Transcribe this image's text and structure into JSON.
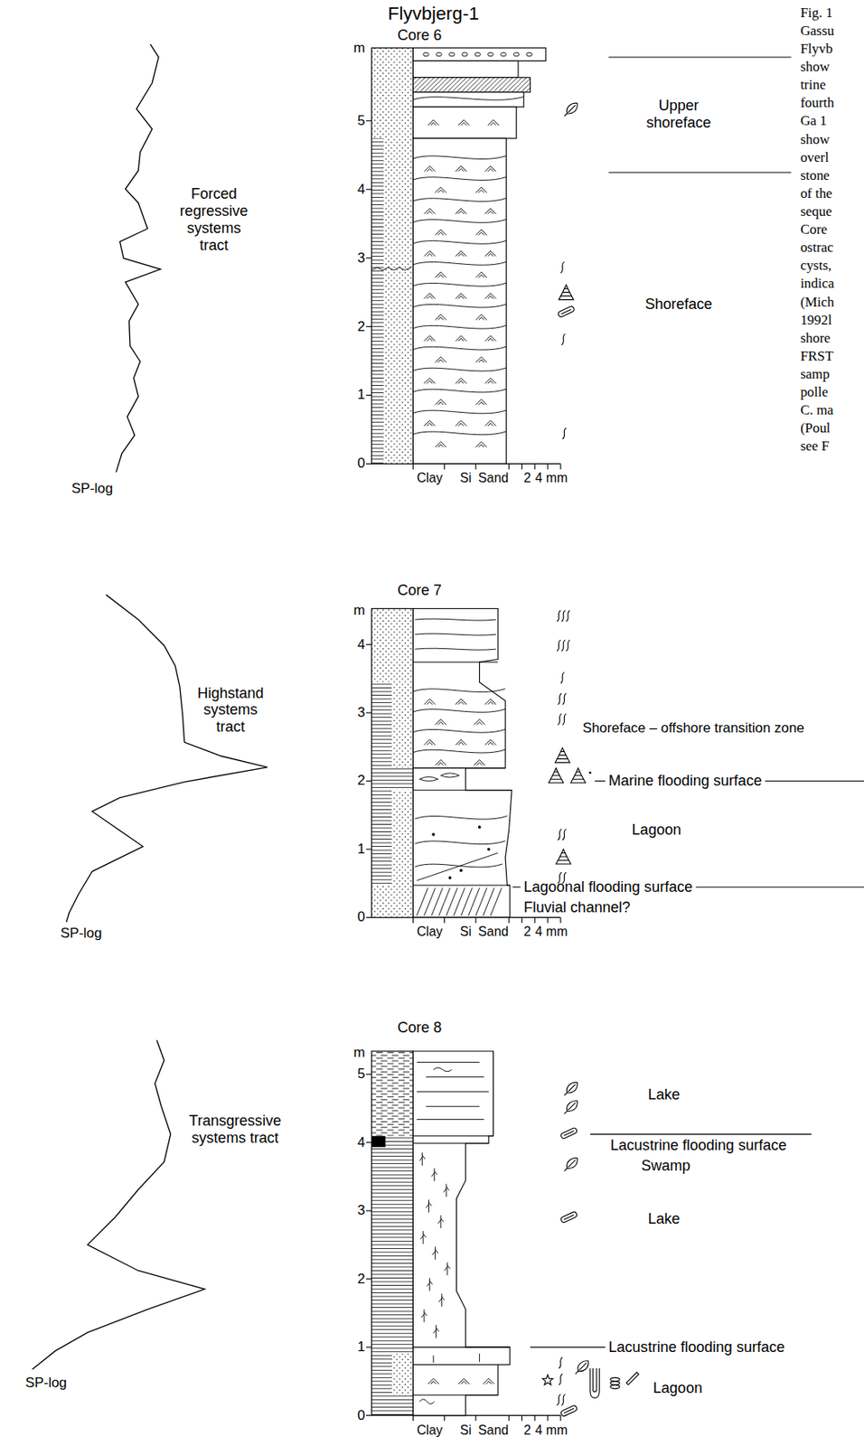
{
  "diagram": {
    "title": "Flyvbjerg-1",
    "labels": [
      "Core 6",
      "m",
      "5",
      "4",
      "3",
      "2",
      "1",
      "0",
      "Clay",
      "Si",
      "Sand",
      "2",
      "4 mm",
      "Upper shoreface",
      "Shoreface",
      "Forced regressive systems tract",
      "SP-log",
      "Core 7",
      "m",
      "4",
      "3",
      "2",
      "1",
      "0",
      "Clay",
      "Si",
      "Sand",
      "2",
      "4 mm",
      "Shoreface – offshore transition zone",
      "Marine flooding surface",
      "Lagoon",
      "Lagoonal flooding surface",
      "Fluvial channel?",
      "Highstand systems tract",
      "SP-log",
      "Core 8",
      "m",
      "5",
      "4",
      "3",
      "2",
      "1",
      "0",
      "Clay",
      "Si",
      "Sand",
      "2",
      "4 mm",
      "Lake",
      "Lacustrine flooding surface",
      "Swamp",
      "Lake",
      "Lacustrine flooding surface",
      "Lagoon",
      "Transgressive systems tract",
      "SP-log",
      "Fig. 1",
      "Gassu",
      "Flyvb",
      "show",
      "trine",
      "fourth",
      "Ga 1",
      "show",
      "overl",
      "stone",
      "of the",
      "seque",
      "Core",
      "ostrac",
      "cysts,",
      "indica",
      "(Mich",
      "1992l",
      "shore",
      "FRST",
      "samp",
      "polle",
      "C. ma",
      "(Poul",
      "see F"
    ]
  }
}
